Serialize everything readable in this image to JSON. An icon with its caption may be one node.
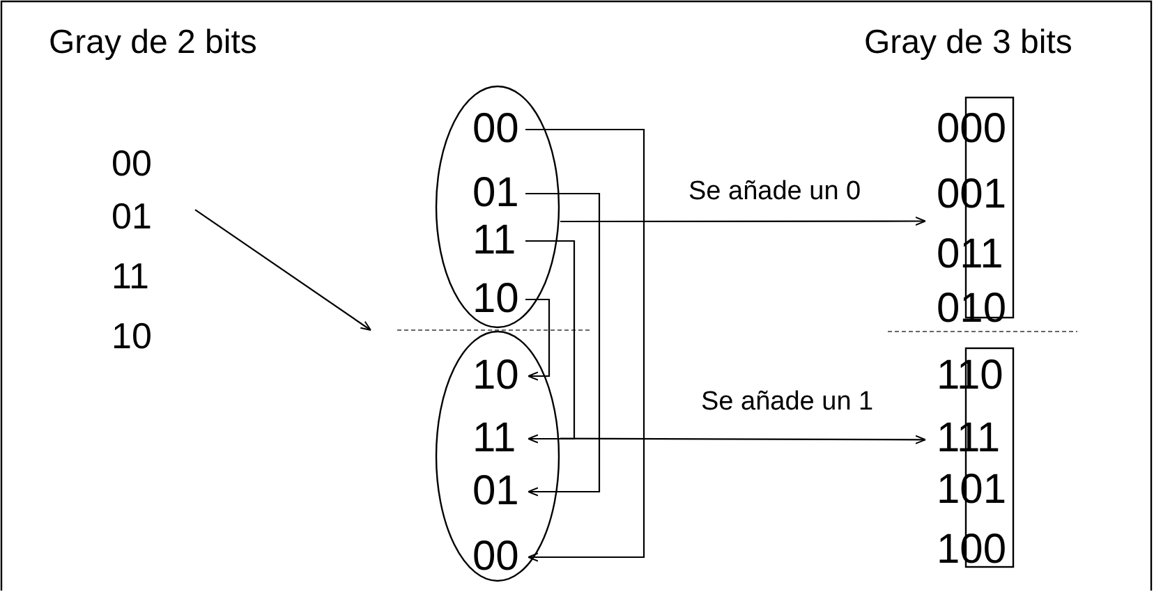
{
  "diagram": {
    "nodes": [
      {
        "text": [
          "00",
          "01",
          "11",
          "10"
        ]
      },
      {
        "text": [],
        "shape": "ellipse"
      },
      {
        "text": [
          "00"
        ],
        "in": 1
      },
      {
        "text": [
          "01"
        ],
        "in": 1
      },
      {
        "text": [
          "11"
        ],
        "in": 1
      },
      {
        "text": [
          "10"
        ],
        "in": 1
      },
      {
        "text": [],
        "shape": "ellipse"
      },
      {
        "text": [
          "10"
        ],
        "in": 6
      },
      {
        "text": [
          "11"
        ],
        "in": 6
      },
      {
        "text": [
          "01"
        ],
        "in": 6
      },
      {
        "text": [
          "00"
        ],
        "in": 6
      },
      {
        "text": [
          "000",
          "001",
          "011",
          "010"
        ]
      },
      {
        "text": [
          "110",
          "111",
          "101",
          "100"
        ]
      }
    ],
    "edges": [
      {
        "from": 0,
        "to": null,
        "arrow": "to"
      },
      {
        "from": 2,
        "to": 10,
        "arrow": "to"
      },
      {
        "from": 3,
        "to": 9,
        "arrow": "to"
      },
      {
        "from": 4,
        "to": 8,
        "arrow": "to"
      },
      {
        "from": 5,
        "to": 7,
        "arrow": "to"
      },
      {
        "from": 1,
        "to": 11,
        "arrow": "to",
        "label": "Se añade un 0"
      },
      {
        "from": 6,
        "to": 12,
        "arrow": "to",
        "label": "Se añade un 1"
      }
    ],
    "labels": [
      "Gray de 2 bits",
      "Gray de 3 bits"
    ]
  }
}
